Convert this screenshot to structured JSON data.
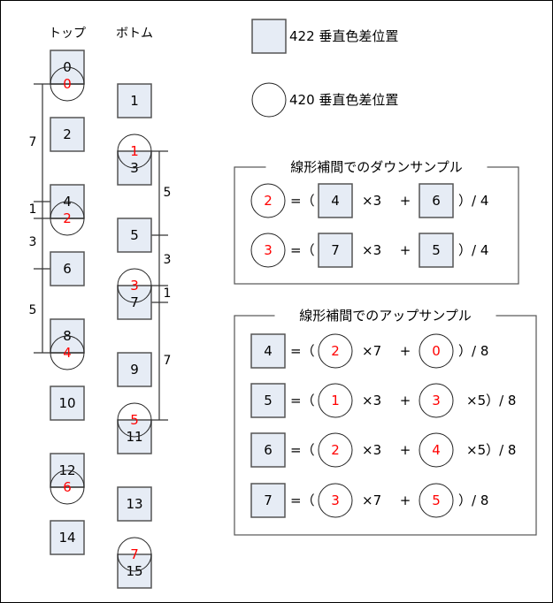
{
  "header": {
    "top_label": "トップ",
    "bottom_label": "ボトム"
  },
  "legend": [
    {
      "shape": "square",
      "text": "422 垂直色差位置"
    },
    {
      "shape": "circle",
      "text": "420 垂直色差位置"
    }
  ],
  "colors": {
    "square_fill": "#e6ecf5",
    "chroma_text": "#ff0000"
  },
  "luma_top": [
    "0",
    "2",
    "4",
    "6",
    "8",
    "10",
    "12",
    "14"
  ],
  "luma_bottom": [
    "1",
    "3",
    "5",
    "7",
    "9",
    "11",
    "13",
    "15"
  ],
  "chroma_top": [
    "0",
    "2",
    "4",
    "6"
  ],
  "chroma_bottom": [
    "1",
    "3",
    "5",
    "7"
  ],
  "distances_left": [
    "7",
    "1",
    "3",
    "5"
  ],
  "distances_right": [
    "5",
    "3",
    "1",
    "7"
  ],
  "downsample": {
    "title": "線形補間でのダウンサンプル",
    "rows": [
      {
        "lhs": "2",
        "eq": "=（",
        "a": "4",
        "mul": "×3",
        "plus": "+",
        "b": "6",
        "tail": "）/ 4"
      },
      {
        "lhs": "3",
        "eq": "=（",
        "a": "7",
        "mul": "×3",
        "plus": "+",
        "b": "5",
        "tail": "）/ 4"
      }
    ]
  },
  "upsample": {
    "title": "線形補間でのアップサンプル",
    "rows": [
      {
        "lhs": "4",
        "eq": "=（",
        "a": "2",
        "mul": "×7",
        "plus": "+",
        "b": "0",
        "tail": "）/ 8"
      },
      {
        "lhs": "5",
        "eq": "=（",
        "a": "1",
        "mul": "×3",
        "plus": "+",
        "b": "3",
        "tail": "×5）/ 8"
      },
      {
        "lhs": "6",
        "eq": "=（",
        "a": "2",
        "mul": "×3",
        "plus": "+",
        "b": "4",
        "tail": "×5）/ 8"
      },
      {
        "lhs": "7",
        "eq": "=（",
        "a": "3",
        "mul": "×7",
        "plus": "+",
        "b": "5",
        "tail": "）/ 8"
      }
    ]
  }
}
